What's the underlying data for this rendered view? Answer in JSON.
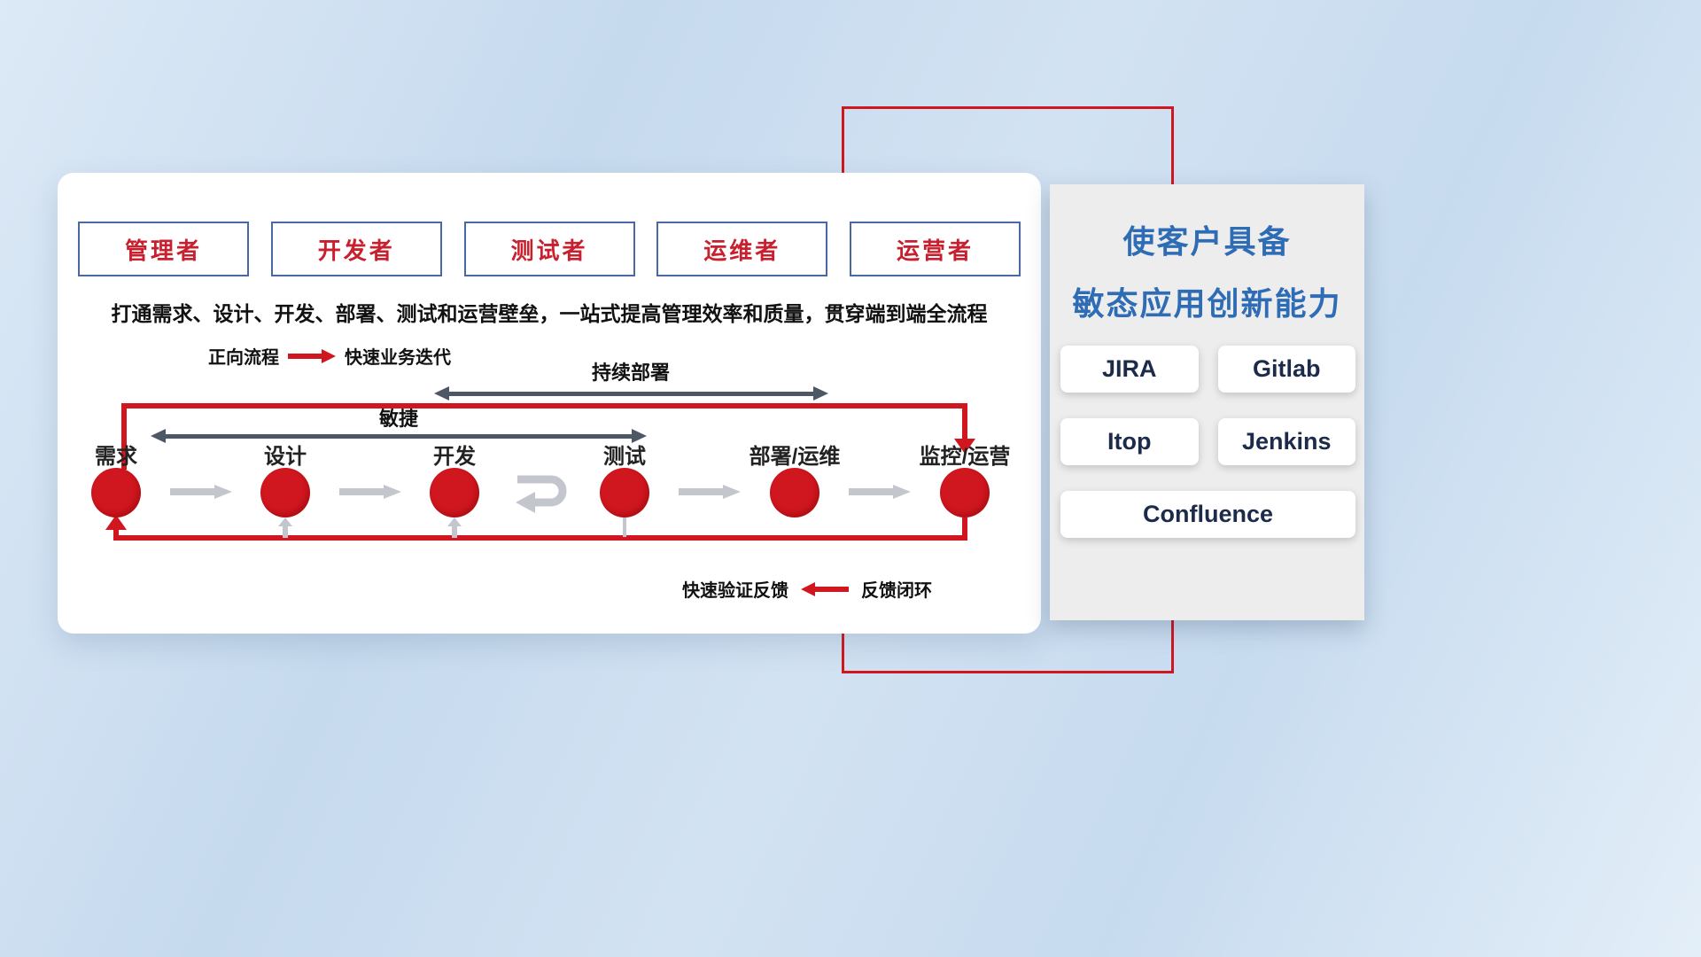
{
  "card": {
    "roles": [
      {
        "label": "管理者"
      },
      {
        "label": "开发者"
      },
      {
        "label": "测试者"
      },
      {
        "label": "运维者"
      },
      {
        "label": "运营者"
      }
    ],
    "description": "打通需求、设计、开发、部署、测试和运营壁垒，一站式提高管理效率和质量，贯穿端到端全流程",
    "forward_legend": {
      "label": "正向流程",
      "text": "快速业务迭代"
    },
    "feedback_legend": {
      "label": "快速验证反馈",
      "text": "反馈闭环"
    },
    "continuous_deploy_label": "持续部署",
    "agile_label": "敏捷",
    "stages": [
      {
        "label": "需求"
      },
      {
        "label": "设计"
      },
      {
        "label": "开发"
      },
      {
        "label": "测试"
      },
      {
        "label": "部署/运维"
      },
      {
        "label": "监控/运营"
      }
    ]
  },
  "side_panel": {
    "title_line1": "使客户具备",
    "title_line2": "敏态应用创新能力",
    "tools": [
      {
        "name": "JIRA"
      },
      {
        "name": "Gitlab"
      },
      {
        "name": "Itop"
      },
      {
        "name": "Jenkins"
      },
      {
        "name": "Confluence"
      }
    ]
  },
  "colors": {
    "accent_red": "#d0161f",
    "role_border_blue": "#4a67a8",
    "title_blue": "#2e6cb5",
    "tool_text_navy": "#1c2b4a",
    "dark_arrow": "#4d5866",
    "gray_arrow": "#c3c7cd"
  }
}
